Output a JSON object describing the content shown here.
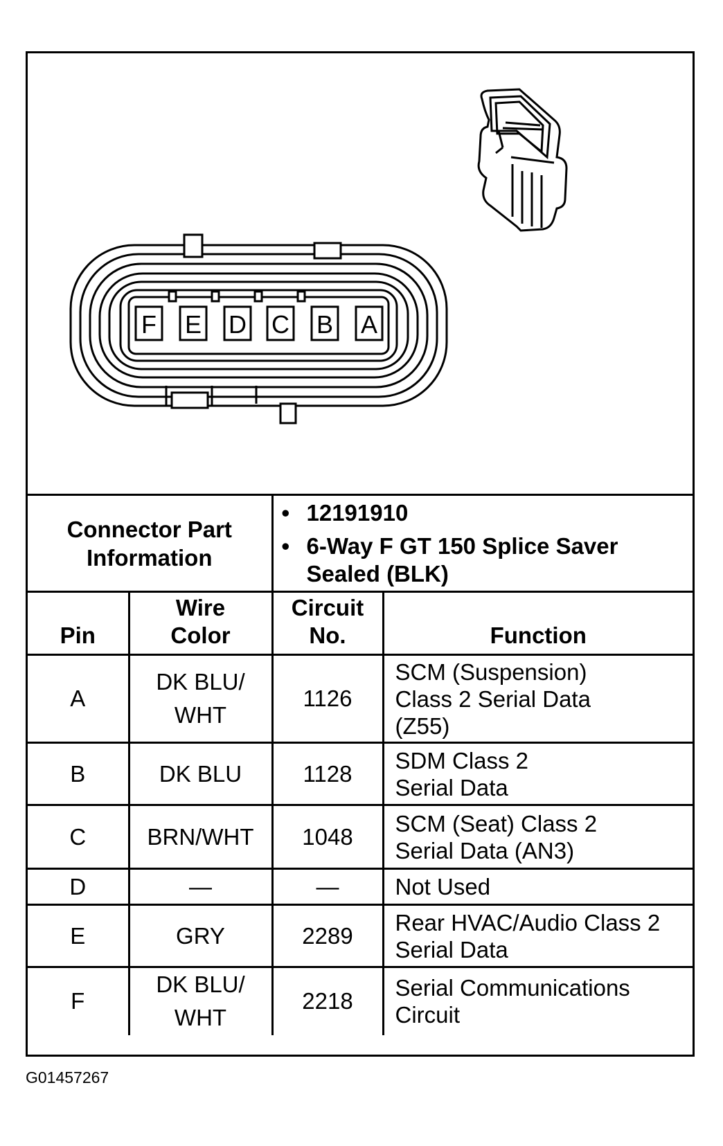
{
  "connector_diagram": {
    "pin_labels": [
      "F",
      "E",
      "D",
      "C",
      "B",
      "A"
    ]
  },
  "part_info": {
    "label": "Connector Part Information",
    "items": [
      "12191910",
      "6-Way F GT 150 Splice Saver Sealed (BLK)"
    ]
  },
  "table": {
    "headers": {
      "pin": "Pin",
      "wire_color": "Wire Color",
      "circuit": "Circuit No.",
      "function": "Function"
    },
    "rows": [
      {
        "pin": "A",
        "wire": "DK BLU/ WHT",
        "circuit": "1126",
        "function": "SCM (Suspension) Class 2 Serial Data (Z55)"
      },
      {
        "pin": "B",
        "wire": "DK BLU",
        "circuit": "1128",
        "function": "SDM Class 2 Serial Data"
      },
      {
        "pin": "C",
        "wire": "BRN/WHT",
        "circuit": "1048",
        "function": "SCM (Seat) Class 2 Serial Data (AN3)"
      },
      {
        "pin": "D",
        "wire": "—",
        "circuit": "—",
        "function": "Not Used"
      },
      {
        "pin": "E",
        "wire": "GRY",
        "circuit": "2289",
        "function": "Rear HVAC/Audio Class 2 Serial Data"
      },
      {
        "pin": "F",
        "wire": "DK BLU/ WHT",
        "circuit": "2218",
        "function": "Serial Communications Circuit"
      }
    ]
  },
  "figure_id": "G01457267"
}
